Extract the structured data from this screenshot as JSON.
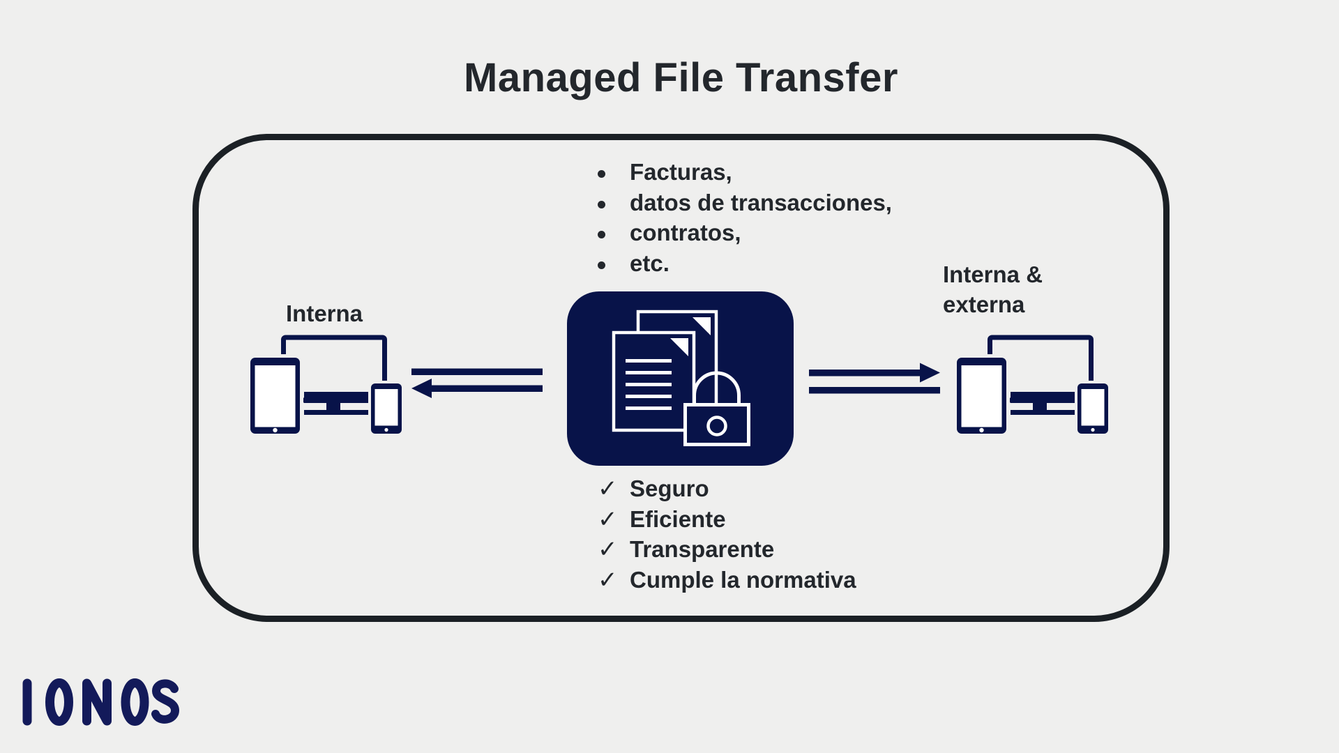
{
  "title": "Managed File Transfer",
  "colors": {
    "background": "#efefee",
    "frame_border": "#1b2025",
    "text": "#23272c",
    "diagram_navy": "#081349",
    "logo_navy": "#131a5a",
    "icon_white": "#ffffff"
  },
  "diagram": {
    "documents_list": {
      "items": [
        "Facturas,",
        "datos de transacciones,",
        "contratos,",
        "etc."
      ]
    },
    "left_group": {
      "label": "Interna",
      "icon": "devices-monitor-tablet-phone"
    },
    "right_group": {
      "label_line1": "Interna &",
      "label_line2": "externa",
      "icon": "devices-monitor-tablet-phone"
    },
    "center": {
      "icon": "documents-with-padlock"
    },
    "arrows": {
      "left_direction": "toward-left-devices",
      "right_direction": "toward-right-devices"
    },
    "benefits": {
      "check_icon": "✓",
      "items": [
        "Seguro",
        "Eficiente",
        "Transparente",
        "Cumple la normativa"
      ]
    }
  },
  "footer": {
    "brand": "IONOS"
  }
}
